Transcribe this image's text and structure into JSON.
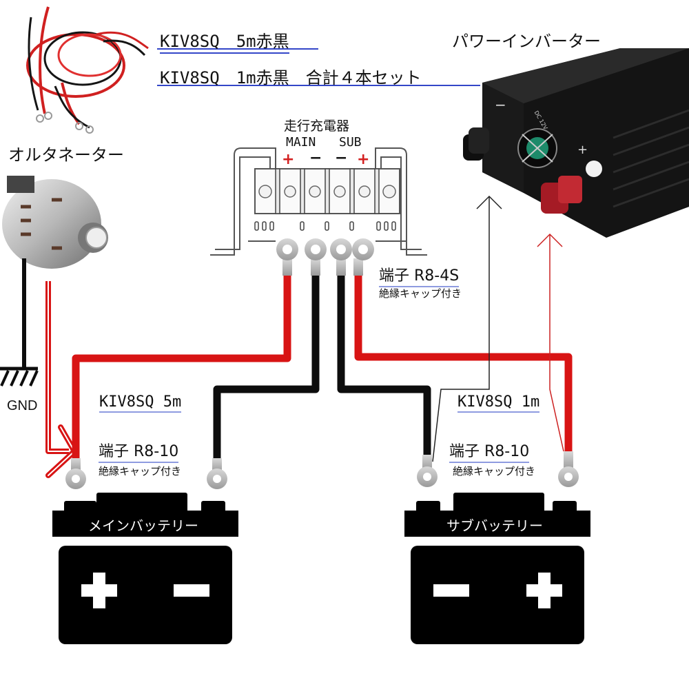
{
  "cable_set": {
    "line1": "KIV8SQ　5m赤黒",
    "line2": "KIV8SQ　1m赤黒　合計４本セット"
  },
  "inverter": {
    "title": "パワーインバーター",
    "panel_text": "DC 12V",
    "minus_mark": "−",
    "plus_mark": "+"
  },
  "alternator": {
    "title": "オルタネーター",
    "ground_label": "GND"
  },
  "charger": {
    "title": "走行充電器",
    "main_label": "MAIN",
    "sub_label": "SUB",
    "terminal_marks": [
      "+",
      "−",
      "−",
      "+"
    ],
    "terminal_colors": [
      "#d32020",
      "#111111",
      "#111111",
      "#d32020"
    ]
  },
  "charger_terminal": {
    "name": "端子 R8-4S",
    "note": "絶縁キャップ付き"
  },
  "main_side": {
    "cable": "KIV8SQ 5m",
    "terminal": "端子 R8-10",
    "note": "絶縁キャップ付き",
    "battery_label": "メインバッテリー",
    "left_sign": "+",
    "right_sign": "−"
  },
  "sub_side": {
    "cable": "KIV8SQ 1m",
    "terminal": "端子 R8-10",
    "note": "絶縁キャップ付き",
    "battery_label": "サブバッテリー",
    "left_sign": "−",
    "right_sign": "+"
  },
  "colors": {
    "positive_wire": "#d81414",
    "negative_wire": "#0d0d0d",
    "underline": "#8e9be0",
    "header_underline": "#3346c8"
  }
}
